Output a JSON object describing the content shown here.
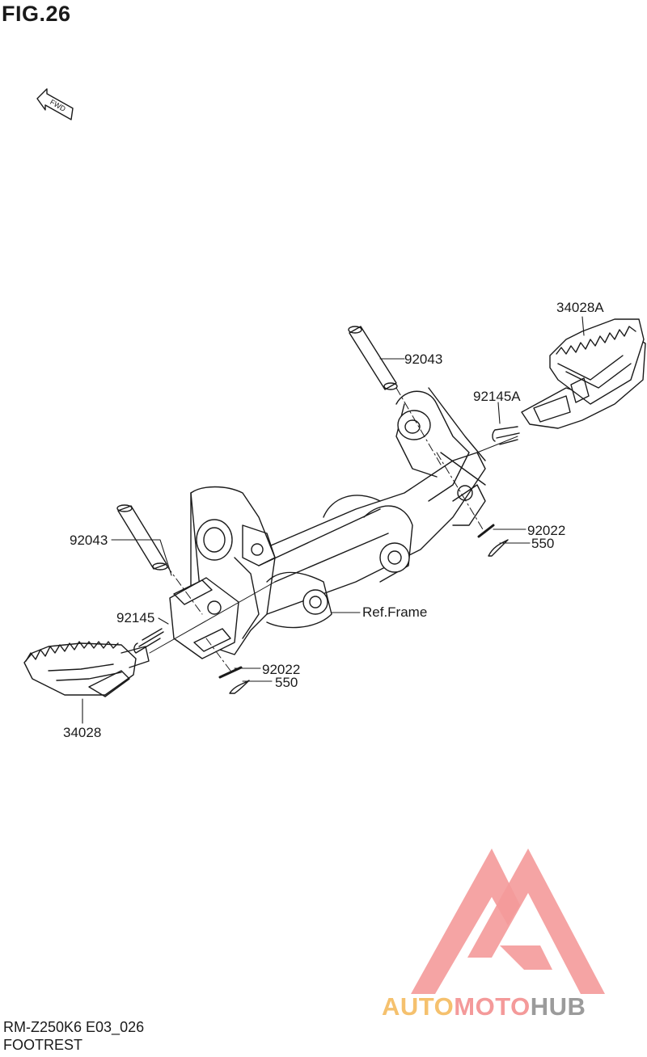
{
  "figure": {
    "title": "FIG.26",
    "fwd": "FWD"
  },
  "parts": {
    "pin_upper": "92043",
    "footrest_right": "34028A",
    "spring_right": "92145A",
    "washer_right": "92022",
    "cotter_right": "550",
    "pin_left": "92043",
    "frame_ref": "Ref.Frame",
    "spring_left": "92145",
    "washer_left": "92022",
    "cotter_left": "550",
    "footrest_left": "34028"
  },
  "footer": {
    "model_code": "RM-Z250K6 E03_026",
    "section_name": "FOOTREST"
  },
  "watermark": {
    "part1": "AUTO",
    "part2": "MOTO",
    "part3": "HUB",
    "colors": {
      "orange": "#f5c16e",
      "pink": "#f49a9a",
      "gray": "#9b9b9b"
    }
  }
}
